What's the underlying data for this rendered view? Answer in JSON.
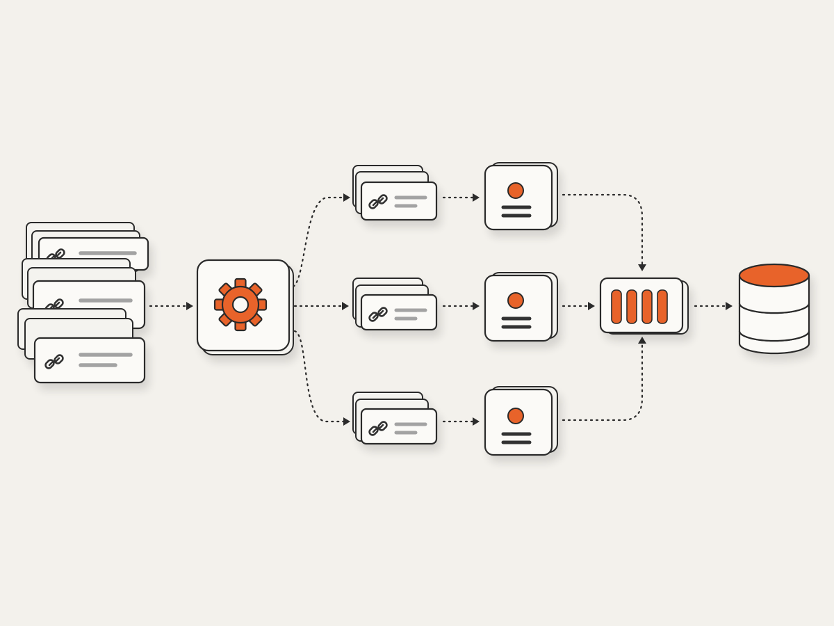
{
  "colors": {
    "accent": "#e8632b",
    "stroke": "#2b2b2b",
    "background": "#f3f1ec",
    "card": "#fbfaf7",
    "muted": "#a3a3a3"
  },
  "nodes": [
    {
      "id": "url-source-stack",
      "icon": "link-icon"
    },
    {
      "id": "processor",
      "icon": "gear-icon"
    },
    {
      "id": "url-batch-top",
      "icon": "link-icon"
    },
    {
      "id": "url-batch-middle",
      "icon": "link-icon"
    },
    {
      "id": "url-batch-bottom",
      "icon": "link-icon"
    },
    {
      "id": "worker-top",
      "icon": "user-card-icon"
    },
    {
      "id": "worker-middle",
      "icon": "user-card-icon"
    },
    {
      "id": "worker-bottom",
      "icon": "user-card-icon"
    },
    {
      "id": "queue",
      "icon": "bars-icon"
    },
    {
      "id": "storage",
      "icon": "database-icon"
    }
  ],
  "edges": [
    {
      "from": "url-source-stack",
      "to": "processor"
    },
    {
      "from": "processor",
      "to": "url-batch-top"
    },
    {
      "from": "processor",
      "to": "url-batch-middle"
    },
    {
      "from": "processor",
      "to": "url-batch-bottom"
    },
    {
      "from": "url-batch-top",
      "to": "worker-top"
    },
    {
      "from": "url-batch-middle",
      "to": "worker-middle"
    },
    {
      "from": "url-batch-bottom",
      "to": "worker-bottom"
    },
    {
      "from": "worker-top",
      "to": "queue"
    },
    {
      "from": "worker-middle",
      "to": "queue"
    },
    {
      "from": "worker-bottom",
      "to": "queue"
    },
    {
      "from": "queue",
      "to": "storage"
    }
  ]
}
